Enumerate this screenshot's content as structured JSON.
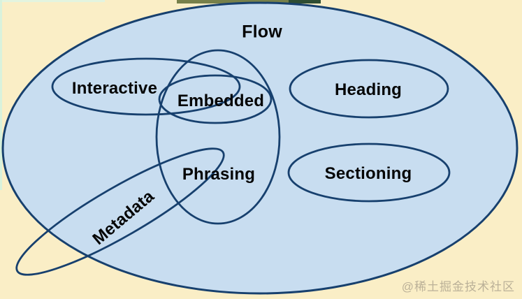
{
  "colors": {
    "background": "#FAEEC6",
    "flow_fill": "#C8DDF0",
    "stroke": "#17406E",
    "label_text": "#050505",
    "watermark_text": "#B5AB94"
  },
  "diagram": {
    "type": "euler-diagram",
    "labels": {
      "flow": "Flow",
      "interactive": "Interactive",
      "embedded": "Embedded",
      "heading": "Heading",
      "phrasing": "Phrasing",
      "sectioning": "Sectioning",
      "metadata": "Metadata"
    }
  },
  "watermark": "@稀土掘金技术社区"
}
